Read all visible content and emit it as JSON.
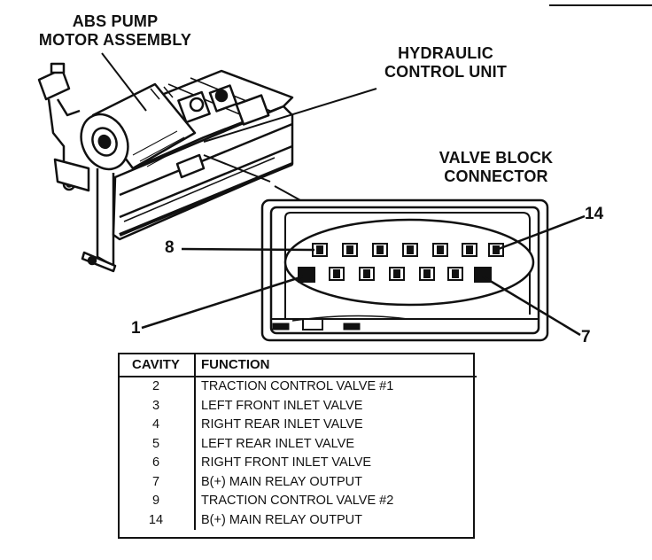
{
  "labels": {
    "pump_line1": "ABS PUMP",
    "pump_line2": "MOTOR ASSEMBLY",
    "hcu_line1": "HYDRAULIC",
    "hcu_line2": "CONTROL UNIT",
    "vbc_line1": "VALVE BLOCK",
    "vbc_line2": "CONNECTOR"
  },
  "callouts": {
    "pin_8": "8",
    "pin_14": "14",
    "pin_1": "1",
    "pin_7": "7"
  },
  "table": {
    "headers": [
      "CAVITY",
      "FUNCTION"
    ],
    "rows": [
      {
        "cavity": "2",
        "function": "TRACTION CONTROL VALVE #1"
      },
      {
        "cavity": "3",
        "function": "LEFT FRONT INLET VALVE"
      },
      {
        "cavity": "4",
        "function": "RIGHT REAR INLET VALVE"
      },
      {
        "cavity": "5",
        "function": "LEFT REAR INLET VALVE"
      },
      {
        "cavity": "6",
        "function": "RIGHT FRONT INLET VALVE"
      },
      {
        "cavity": "7",
        "function": "B(+) MAIN RELAY OUTPUT"
      },
      {
        "cavity": "9",
        "function": "TRACTION CONTROL VALVE #2"
      },
      {
        "cavity": "14",
        "function": "B(+) MAIN RELAY OUTPUT"
      }
    ]
  }
}
